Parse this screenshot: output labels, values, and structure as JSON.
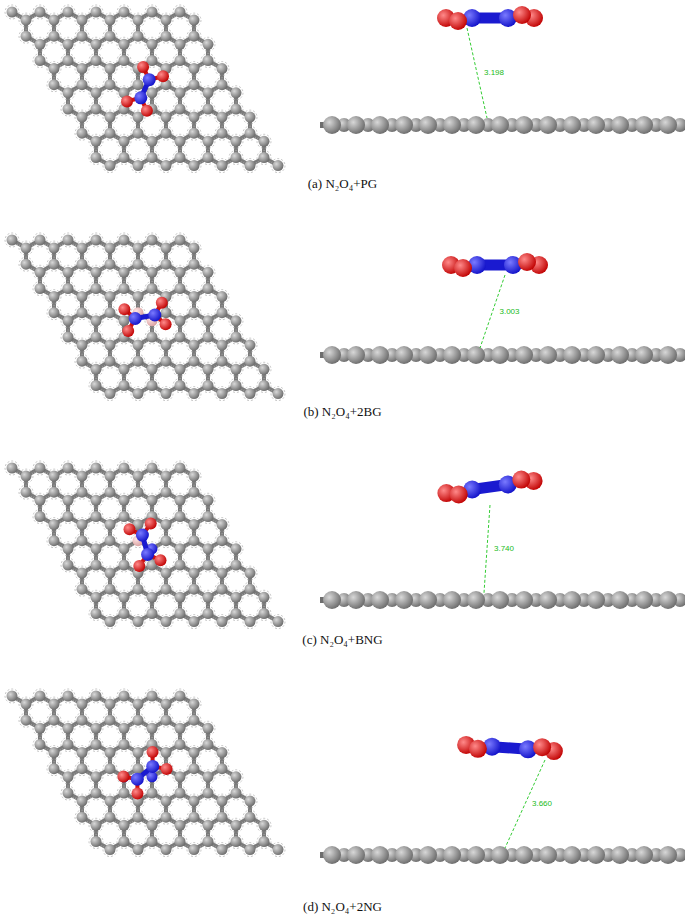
{
  "diagram": {
    "labels": [
      "3.198",
      "(a) N₂O₄+PG",
      "3.003",
      "(b) N₂O₄+2BG",
      "3.740",
      "(c) N₂O₄+BNG",
      "3.660",
      "(d) N₂O₄+2NG"
    ]
  }
}
